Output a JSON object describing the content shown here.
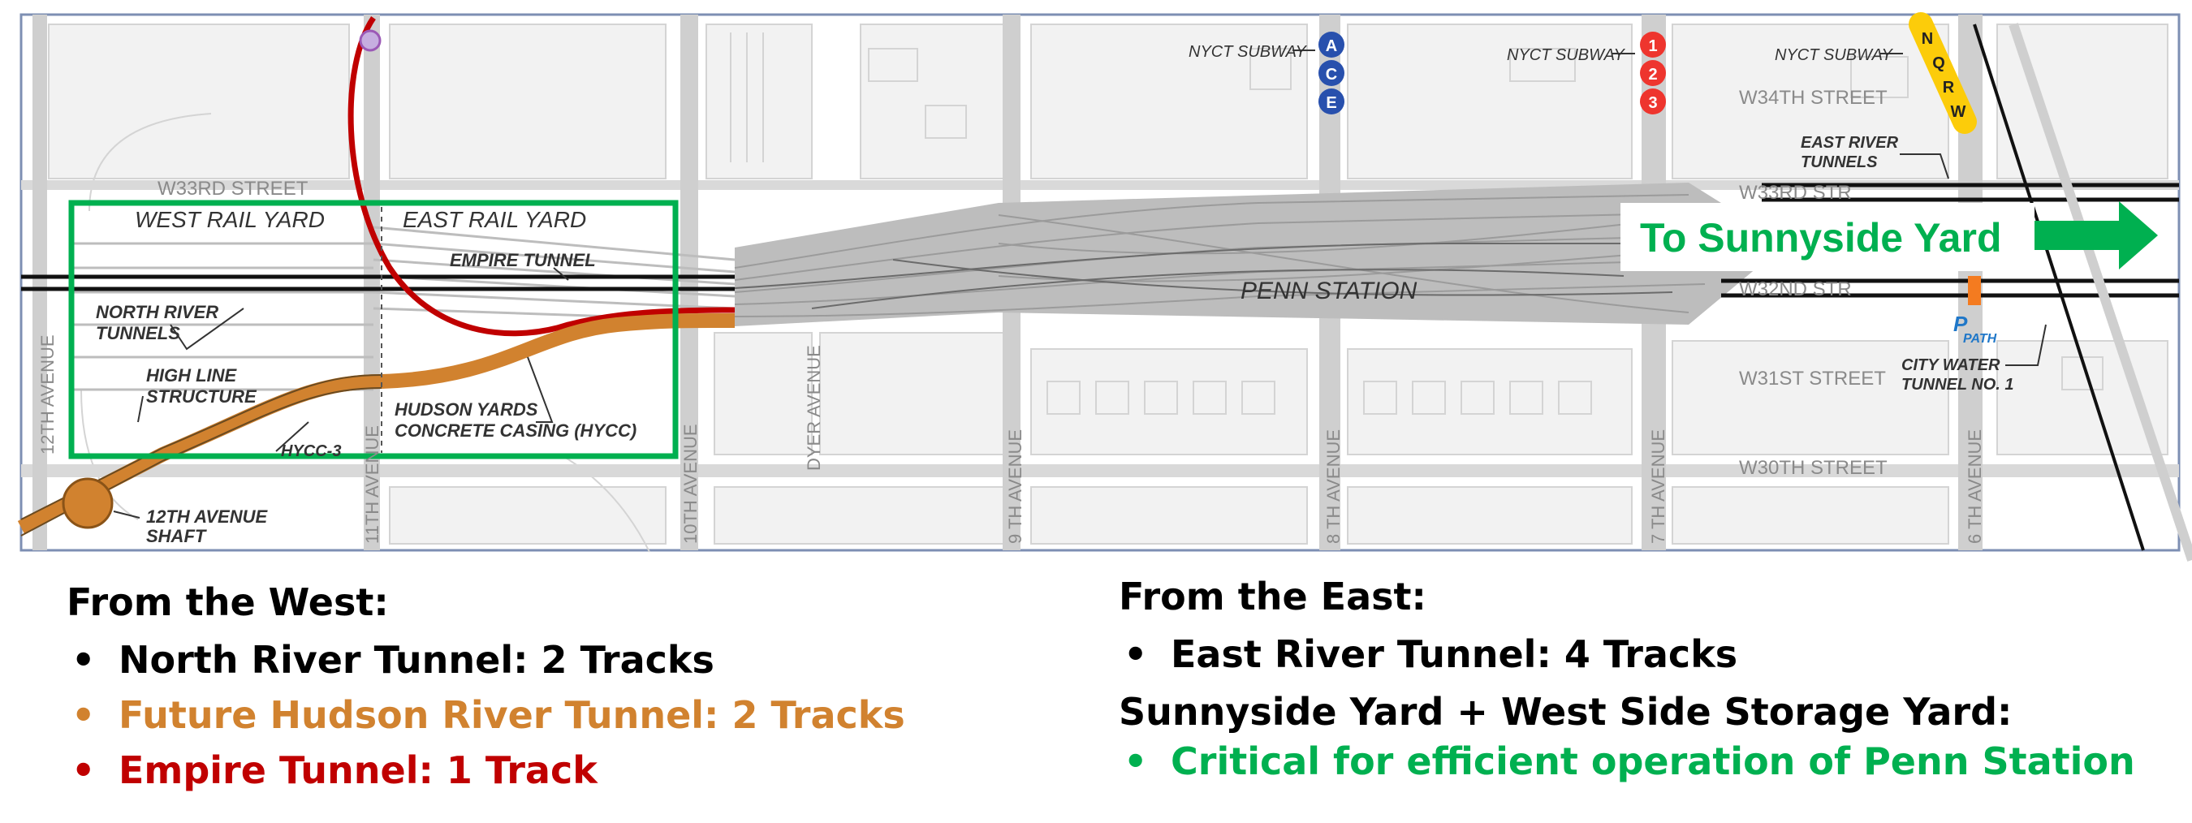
{
  "map": {
    "streets_ew": [
      "W34TH STREET",
      "W33RD STREET",
      "W33RD STR",
      "W32ND STR",
      "W31ST STREET",
      "W30TH STREET"
    ],
    "avenues": [
      "12TH AVENUE",
      "11TH AVENUE",
      "10TH AVENUE",
      "DYER AVENUE",
      "9 TH AVENUE",
      "8 TH AVENUE",
      "7 TH AVENUE",
      "6 TH AVENUE"
    ],
    "subway_label": "NYCT SUBWAY",
    "subway_lines": {
      "ace": [
        "A",
        "C",
        "E"
      ],
      "one23": [
        "1",
        "2",
        "3"
      ],
      "nqrw": [
        "N",
        "Q",
        "R",
        "W"
      ]
    },
    "labels": {
      "west_rail_yard": "WEST RAIL YARD",
      "east_rail_yard": "EAST RAIL YARD",
      "empire_tunnel": "EMPIRE TUNNEL",
      "north_river_1": "NORTH RIVER",
      "north_river_2": "TUNNELS",
      "high_line_1": "HIGH LINE",
      "high_line_2": "STRUCTURE",
      "hycc3": "HYCC-3",
      "hycc_1": "HUDSON YARDS",
      "hycc_2": "CONCRETE CASING (HYCC)",
      "shaft_1": "12TH AVENUE",
      "shaft_2": "SHAFT",
      "penn_station": "PENN STATION",
      "east_river_1": "EAST RIVER",
      "east_river_2": "TUNNELS",
      "city_water_1": "CITY WATER",
      "city_water_2": "TUNNEL NO. 1",
      "path": "PATH",
      "to_sunnyside": "To Sunnyside Yard"
    },
    "colors": {
      "red_line": "#C00000",
      "orange_line": "#D1822F",
      "green": "#00B050",
      "subway_blue": "#2850AD",
      "subway_red": "#EE352E",
      "subway_yellow": "#FCCC0A"
    }
  },
  "legend_west": {
    "heading": "From the West:",
    "items": [
      "North River Tunnel: 2 Tracks",
      "Future Hudson River Tunnel: 2 Tracks",
      "Empire Tunnel: 1 Track"
    ]
  },
  "legend_east": {
    "heading": "From the East:",
    "items": [
      "East River Tunnel: 4 Tracks"
    ],
    "storage_heading": "Sunnyside Yard + West Side Storage Yard:",
    "storage_items": [
      "Critical for efficient operation of Penn Station"
    ]
  }
}
